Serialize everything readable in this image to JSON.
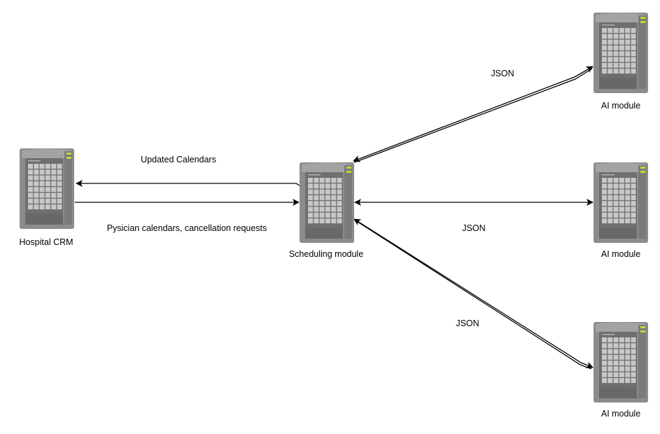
{
  "nodes": {
    "hospital_crm": {
      "label": "Hospital CRM"
    },
    "scheduling_module": {
      "label": "Scheduling module"
    },
    "ai_module_top": {
      "label": "AI module"
    },
    "ai_module_middle": {
      "label": "AI module"
    },
    "ai_module_bottom": {
      "label": "AI module"
    }
  },
  "edges": {
    "updated_calendars": {
      "label": "Updated Calendars",
      "from": "Scheduling module",
      "to": "Hospital CRM"
    },
    "physician_calendars": {
      "label": "Pysician calendars, cancellation requests",
      "from": "Hospital CRM",
      "to": "Scheduling module"
    },
    "json_top": {
      "label": "JSON",
      "between": [
        "Scheduling module",
        "AI module"
      ]
    },
    "json_middle": {
      "label": "JSON",
      "between": [
        "Scheduling module",
        "AI module"
      ]
    },
    "json_bottom": {
      "label": "JSON",
      "between": [
        "Scheduling module",
        "AI module"
      ]
    }
  },
  "colors": {
    "server_body": "#8c8c8c",
    "server_front": "#6f6f6f",
    "server_grid": "#c8c8c8",
    "server_led": "#c8d63a",
    "edge": "#000000"
  },
  "icons": {
    "server": "server-tower-icon"
  }
}
